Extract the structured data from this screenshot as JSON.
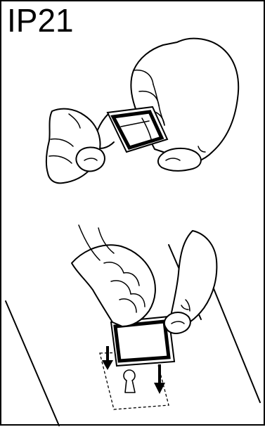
{
  "title": "IP21",
  "steps": [
    {
      "id": "step-1",
      "action": "peel-backing-film"
    },
    {
      "id": "step-2",
      "action": "press-seal-onto-device"
    }
  ]
}
